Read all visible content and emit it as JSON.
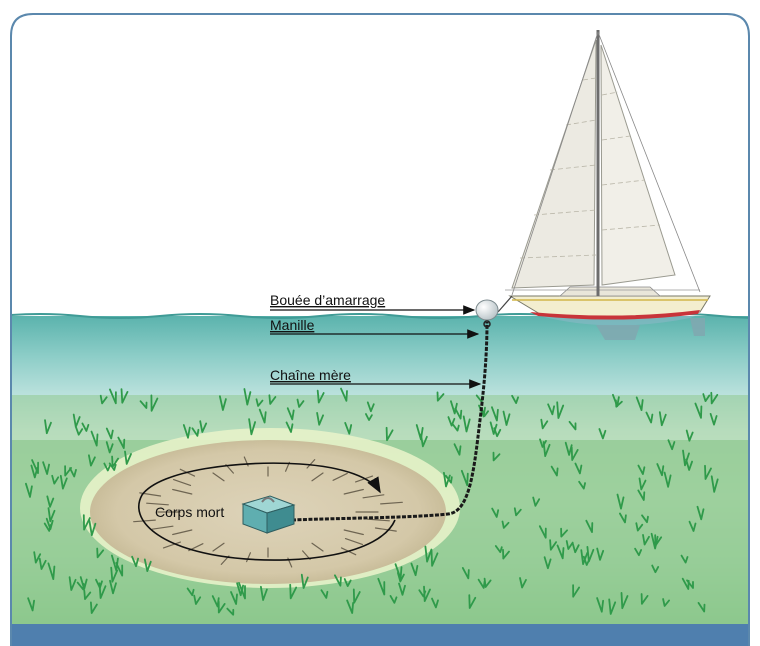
{
  "labels": {
    "buoy": "Bouée d’amarrage",
    "shackle": "Manille",
    "mother_chain": "Chaîne mère",
    "dead_weight": "Corps mort"
  },
  "colors": {
    "frame": "#5b88ad",
    "bottom_bar": "#4f7fae",
    "water_surface": "#5bb3ad",
    "seabed_green": "#8fc98f",
    "sand": "#d8cdb0",
    "block": "#66b8b8",
    "chain": "#1a1a1a",
    "sail": "#eceae2",
    "hull": "#f3eecf",
    "hull_stripe": "#c8343a"
  },
  "icons": {
    "boat": "sailboat-icon",
    "buoy": "mooring-buoy-icon",
    "block": "concrete-block-icon",
    "grass": "seagrass-icon"
  }
}
